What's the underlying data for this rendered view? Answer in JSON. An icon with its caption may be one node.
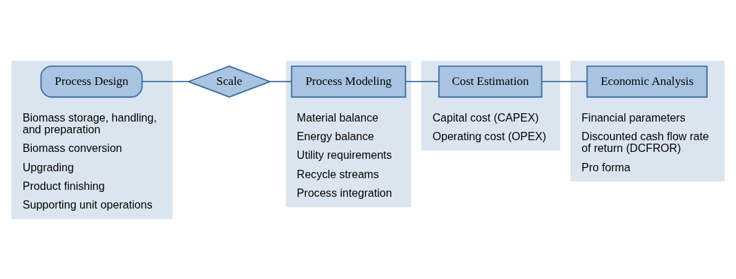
{
  "diagram": {
    "nodes": [
      {
        "text": [
          "Biomass storage, handling, and preparation",
          "Biomass conversion",
          "Upgrading",
          "Product finishing",
          "Supporting unit operations"
        ]
      },
      {
        "text": [
          "Process Design"
        ],
        "in": 0
      },
      {
        "text": [
          "Scale"
        ]
      },
      {
        "text": [
          "Material balance",
          "Energy balance",
          "Utility requirements",
          "Recycle streams",
          "Process integration"
        ]
      },
      {
        "text": [
          "Process Modeling"
        ],
        "in": 3
      },
      {
        "text": [
          "Capital cost (CAPEX)",
          "Operating cost (OPEX)"
        ]
      },
      {
        "text": [
          "Cost Estimation"
        ],
        "in": 5
      },
      {
        "text": [
          "Financial parameters",
          "Discounted cash flow rate of return (DCFROR)",
          "Pro forma"
        ]
      },
      {
        "text": [
          "Economic Analysis"
        ],
        "in": 7
      }
    ],
    "edges": [
      {
        "from": 1,
        "to": 2,
        "arrow": "none"
      },
      {
        "from": 2,
        "to": 4,
        "arrow": "none"
      },
      {
        "from": 4,
        "to": 6,
        "arrow": "none"
      },
      {
        "from": 6,
        "to": 8,
        "arrow": "none"
      }
    ]
  }
}
